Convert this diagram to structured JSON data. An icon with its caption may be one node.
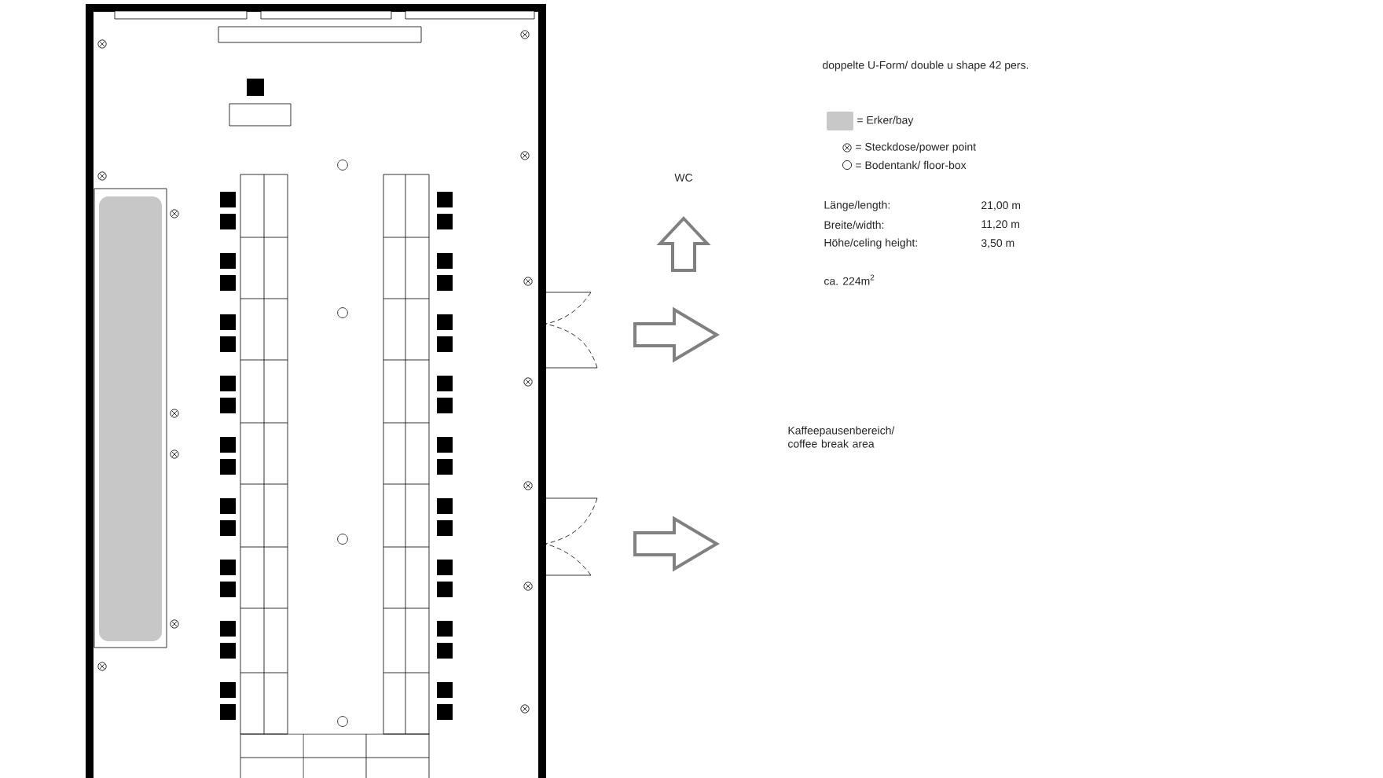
{
  "diagram": {
    "title": "doppelte U-Form/ double u shape 42 pers.",
    "labels": [
      "WC",
      "Länge/length:",
      "21,00 m",
      "Breite/width:",
      "11,20 m",
      "Höhe/celing height:",
      "3,50 m",
      "ca. 224m$^{2}$",
      "Kaffeepausenbereich/ coffee break area"
    ],
    "legend": [
      {
        "text": "= Erker/bay",
        "color": "#c8c8c8"
      },
      {
        "text": "= Steckdose/power point"
      },
      {
        "text": "= Bodentank/ floor-box"
      }
    ]
  }
}
